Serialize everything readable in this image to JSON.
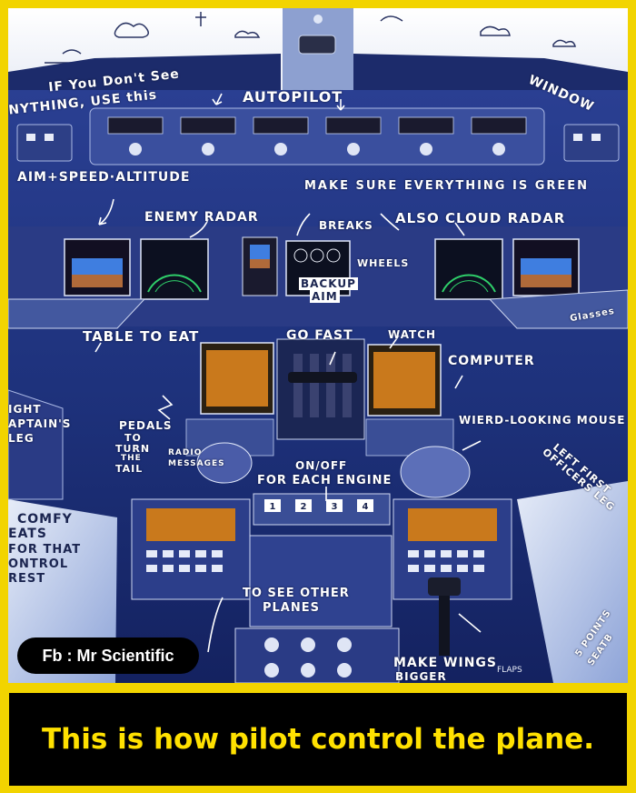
{
  "annotations": {
    "if_you_dont_see_line1": "IF You Don't See",
    "if_you_dont_see_line2": "NYTHING, USE this",
    "autopilot": "AUTOPILOT",
    "window": "WINDOW",
    "aim_speed_altitude": "AIM+SPEED·ALTITUDE",
    "make_sure_green": "MAKE SURE EVERYTHING IS GREEN",
    "enemy_radar": "ENEMY RADAR",
    "breaks": "BREAKS",
    "also_cloud_radar": "ALSO CLOUD RADAR",
    "wheels": "WHEELS",
    "backup_aim_line1": "BACKUP",
    "backup_aim_line2": "AIM",
    "glasses": "Glasses",
    "table_to_eat": "TABLE TO EAT",
    "go_fast": "GO FAST",
    "watch": "WATCH",
    "computer": "COMPUTER",
    "right_captains_leg": [
      "IGHT",
      "APTAIN'S",
      "LEG"
    ],
    "pedals": [
      "PEDALS",
      "TO",
      "TURN",
      "THE",
      "TAIL"
    ],
    "radio_messages": [
      "RADIO",
      "MESSAGES"
    ],
    "weird_looking_mouse": "WIERD-LOOKING MOUSE",
    "left_first_officers_leg": [
      "LEFT FIRST",
      "OFFICERS LEG"
    ],
    "on_off": "ON/OFF",
    "for_each_engine": "FOR EACH ENGINE",
    "comfy_seats": [
      "COMFY",
      "EATS",
      "FOR THAT",
      "ONTROL",
      "REST"
    ],
    "to_see_other_planes": [
      "TO SEE OTHER",
      "PLANES"
    ],
    "make_wings_bigger": [
      "MAKE WINGS",
      "BIGGER"
    ],
    "five_points_seat": [
      "5 POINTS",
      "SEATB"
    ]
  },
  "panel_labels": {
    "flaps": "FLAPS",
    "engine_numbers": [
      "1",
      "2",
      "3",
      "4"
    ]
  },
  "watermark": "Fb : Mr Scientific",
  "caption": "This is how pilot control the plane.",
  "colors": {
    "frame": "#f2d400",
    "caption_text": "#ffe100",
    "caption_background": "#000000",
    "cockpit_blue": "#1f3580"
  }
}
